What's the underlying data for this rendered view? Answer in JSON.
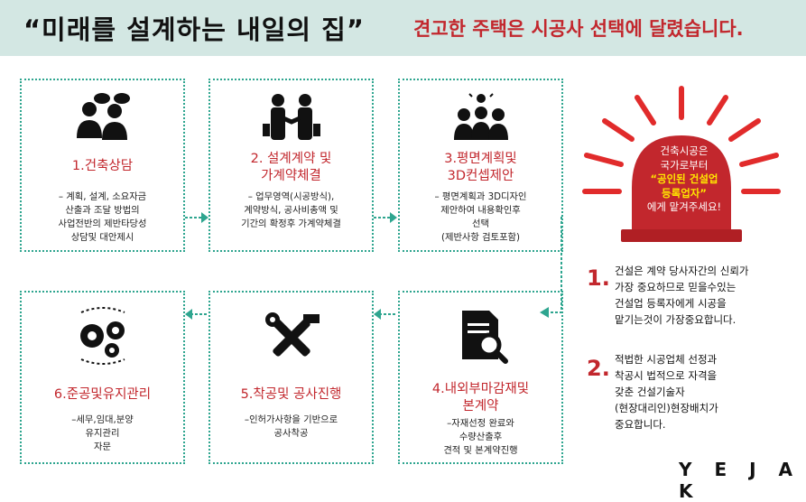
{
  "header": {
    "title": "“미래를 설계하는 내일의 집”",
    "subtitle": "견고한 주택은 시공사 선택에 달렸습니다."
  },
  "steps": [
    {
      "title": "1.건축상담",
      "desc": "– 계획, 설계, 소요자금\n산출과 조달 방법의\n사업전반의 제반타당성\n상담및 대안제시",
      "icon": "consultation-people-icon"
    },
    {
      "title": "2. 설계계약 및\n가계약체결",
      "desc": "– 업무영역(시공방식),\n계약방식, 공사비총액 및\n기간의 확정후 가계약체결",
      "icon": "handshake-icon"
    },
    {
      "title": "3.평면계획및\n3D컨셉제안",
      "desc": "– 평면계획과 3D디자인\n제안하여 내용확인후\n선택\n(제반사항 검토포함)",
      "icon": "idea-team-icon"
    },
    {
      "title": "4.내외부마감재및\n본계약",
      "desc": "–자재선정 완료와\n수량산출후\n견적 및 본계약진행",
      "icon": "document-magnifier-icon"
    },
    {
      "title": "5.착공및 공사진행",
      "desc": "–인허가사항을 기반으로\n공사착공",
      "icon": "tools-icon"
    },
    {
      "title": "6.준공및유지관리",
      "desc": "–세무,임대,분양\n유지관리\n자문",
      "icon": "gears-icon"
    }
  ],
  "badge": {
    "line1": "건축시공은",
    "line2": "국가로부터",
    "highlight": "“공인된 건설업\n등록업자”",
    "line3": "에게 맡겨주세요!",
    "color": "#c2272d"
  },
  "notes": [
    {
      "num": "1.",
      "text": "건설은 계약 당사자간의 신뢰가\n가장 중요하므로 믿을수있는\n건설업 등록자에게 시공을\n맡기는것이 가장중요합니다."
    },
    {
      "num": "2.",
      "text": "적법한 시공업체 선정과\n착공시 법적으로 자격을\n갖춘 건설기술자\n(현장대리인)현장배치가\n중요합니다."
    }
  ],
  "brand": "Y E J A K",
  "colors": {
    "accent": "#c2272d",
    "teal": "#2ea58f",
    "header_bg": "#d3e7e3"
  }
}
